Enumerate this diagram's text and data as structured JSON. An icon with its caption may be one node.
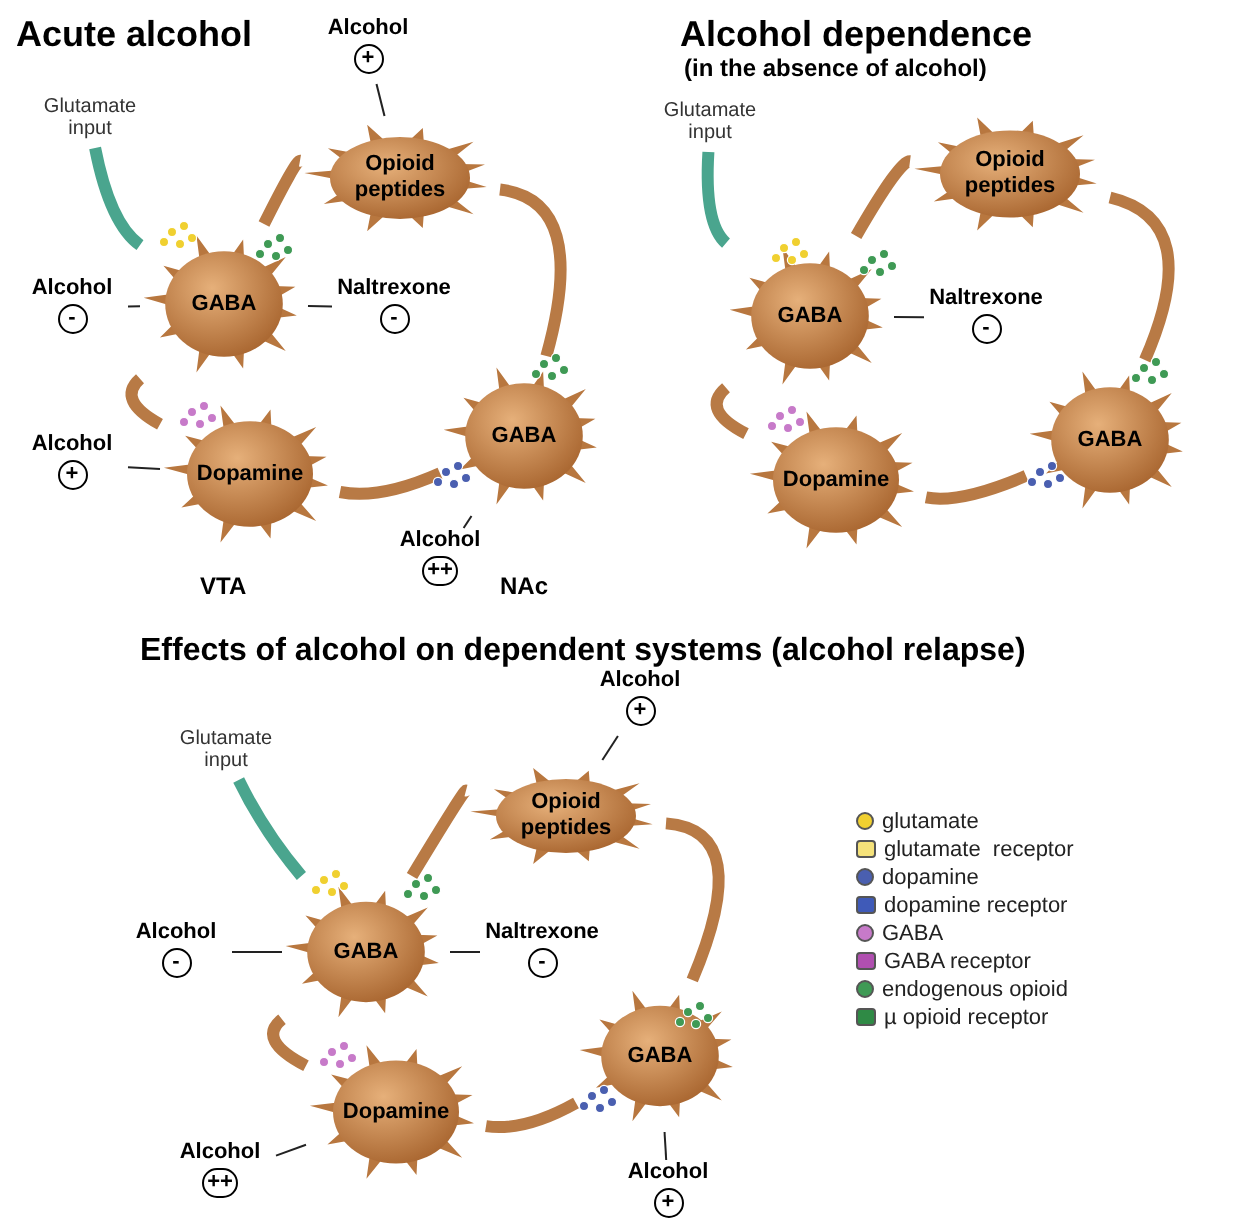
{
  "diagram": {
    "nodes": [
      {
        "text": [
          "Alcohol",
          "+"
        ]
      },
      {
        "text": [
          "Glutamate input"
        ]
      },
      {
        "text": [
          "Opioid peptides"
        ]
      },
      {
        "text": [
          "GABA"
        ]
      },
      {
        "text": [
          "Alcohol",
          "-"
        ]
      },
      {
        "text": [
          "Naltrexone",
          "-"
        ]
      },
      {
        "text": [
          "Alcohol",
          "+"
        ]
      },
      {
        "text": [
          "Dopamine"
        ]
      },
      {
        "text": [
          "GABA"
        ]
      },
      {
        "text": [
          "Alcohol",
          "++"
        ]
      },
      {
        "text": [
          "Glutamate input"
        ]
      },
      {
        "text": [
          "Opioid peptides"
        ]
      },
      {
        "text": [
          "GABA"
        ]
      },
      {
        "text": [
          "Naltrexone",
          "-"
        ]
      },
      {
        "text": [
          "Dopamine"
        ]
      },
      {
        "text": [
          "GABA"
        ]
      },
      {
        "text": [
          "Alcohol",
          "+"
        ]
      },
      {
        "text": [
          "Glutamate input"
        ]
      },
      {
        "text": [
          "Opioid peptides"
        ]
      },
      {
        "text": [
          "GABA"
        ]
      },
      {
        "text": [
          "Alcohol",
          "-"
        ]
      },
      {
        "text": [
          "Naltrexone",
          "-"
        ]
      },
      {
        "text": [
          "Dopamine"
        ]
      },
      {
        "text": [
          "GABA"
        ]
      },
      {
        "text": [
          "Alcohol",
          "++"
        ]
      },
      {
        "text": [
          "Alcohol",
          "+"
        ]
      }
    ],
    "edges": [
      {
        "from": 1,
        "to": 3,
        "arrow": "none",
        "color": "#4aa58e"
      },
      {
        "from": 2,
        "to": 3,
        "arrow": "none"
      },
      {
        "from": 2,
        "to": 8,
        "arrow": "none"
      },
      {
        "from": 3,
        "to": 7,
        "arrow": "none"
      },
      {
        "from": 7,
        "to": 8,
        "arrow": "none"
      },
      {
        "from": 0,
        "to": 2,
        "arrow": "none",
        "color": "#222222"
      },
      {
        "from": 4,
        "to": 3,
        "arrow": "none",
        "color": "#222222"
      },
      {
        "from": 5,
        "to": 3,
        "arrow": "none",
        "color": "#222222"
      },
      {
        "from": 6,
        "to": 7,
        "arrow": "none",
        "color": "#222222"
      },
      {
        "from": 9,
        "to": 8,
        "arrow": "none",
        "color": "#222222"
      },
      {
        "from": 10,
        "to": 12,
        "arrow": "none",
        "color": "#4aa58e"
      },
      {
        "from": 11,
        "to": 12,
        "arrow": "none"
      },
      {
        "from": 11,
        "to": 15,
        "arrow": "none"
      },
      {
        "from": 12,
        "to": 14,
        "arrow": "none"
      },
      {
        "from": 14,
        "to": 15,
        "arrow": "none"
      },
      {
        "from": 13,
        "to": 12,
        "arrow": "none",
        "color": "#222222"
      },
      {
        "from": 17,
        "to": 19,
        "arrow": "none",
        "color": "#4aa58e"
      },
      {
        "from": 18,
        "to": 19,
        "arrow": "none"
      },
      {
        "from": 18,
        "to": 23,
        "arrow": "none"
      },
      {
        "from": 19,
        "to": 22,
        "arrow": "none"
      },
      {
        "from": 22,
        "to": 23,
        "arrow": "none"
      },
      {
        "from": 16,
        "to": 18,
        "arrow": "none",
        "color": "#222222"
      },
      {
        "from": 20,
        "to": 19,
        "arrow": "none",
        "color": "#222222"
      },
      {
        "from": 21,
        "to": 19,
        "arrow": "none",
        "color": "#222222"
      },
      {
        "from": 24,
        "to": 22,
        "arrow": "none",
        "color": "#222222"
      },
      {
        "from": 25,
        "to": 23,
        "arrow": "none",
        "color": "#222222"
      }
    ],
    "labels": [
      "Acute alcohol",
      "Alcohol dependence",
      "(in the absence of alcohol)",
      "VTA",
      "NAc",
      "Effects of alcohol on dependent systems (alcohol relapse)"
    ],
    "legend": [
      {
        "text": "glutamate",
        "color": "#f0d030"
      },
      {
        "text": "glutamate  receptor",
        "color": "#f5e27a"
      },
      {
        "text": "dopamine",
        "color": "#4a5fb0"
      },
      {
        "text": "dopamine receptor",
        "color": "#3f5ab8"
      },
      {
        "text": "GABA",
        "color": "#c77ac9"
      },
      {
        "text": "GABA receptor",
        "color": "#b04fb0"
      },
      {
        "text": "endogenous opioid",
        "color": "#3f9a55"
      },
      {
        "text": "µ opioid receptor",
        "color": "#2f8a45"
      }
    ]
  }
}
